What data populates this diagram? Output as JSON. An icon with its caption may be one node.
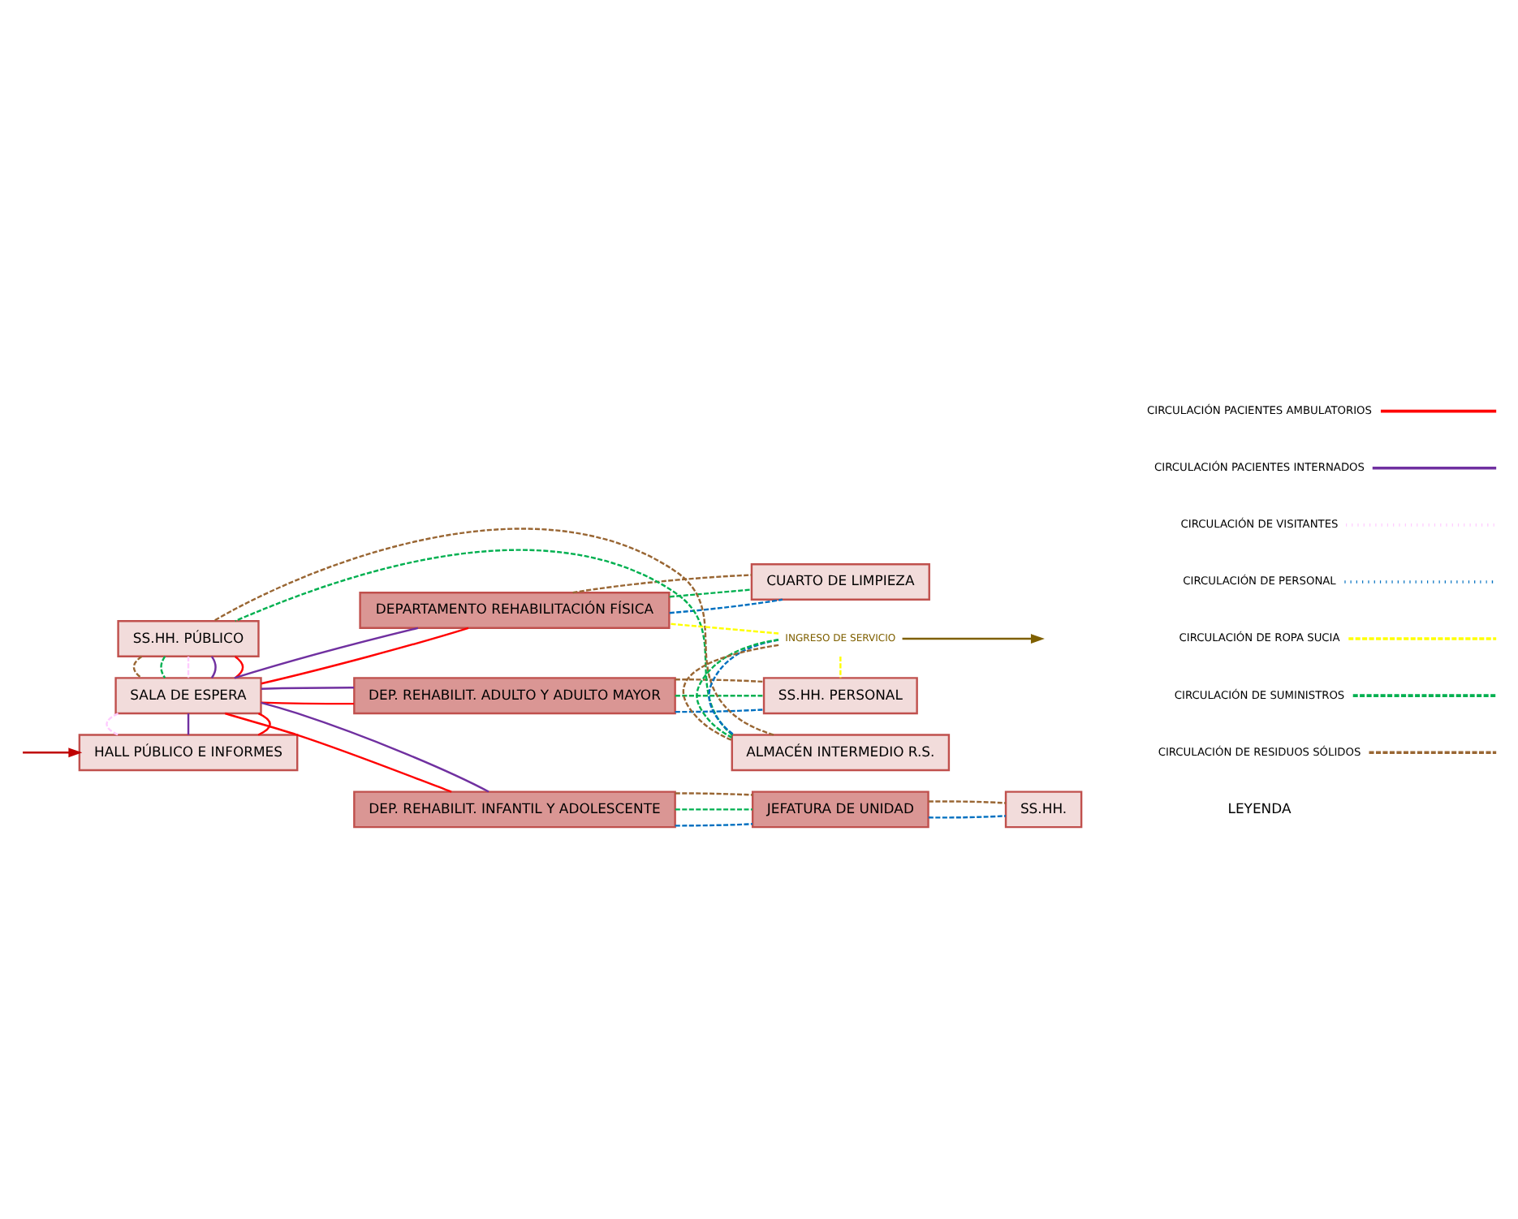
{
  "diagram": {
    "nodes": [
      {
        "text": [
          "SS.HH. PÚBLICO"
        ]
      },
      {
        "text": [
          "SALA DE ESPERA"
        ]
      },
      {
        "text": [
          "HALL PÚBLICO E INFORMES"
        ]
      },
      {
        "text": [
          "DEPARTAMENTO REHABILITACIÓN FÍSICA"
        ]
      },
      {
        "text": [
          "DEP. REHABILIT. ADULTO Y ADULTO MAYOR"
        ]
      },
      {
        "text": [
          "DEP. REHABILIT. INFANTIL Y ADOLESCENTE"
        ]
      },
      {
        "text": [
          "ALMACÉN INTERMEDIO R.S."
        ]
      },
      {
        "text": [
          "CUARTO DE LIMPIEZA"
        ]
      },
      {
        "text": [
          "SS.HH. PERSONAL"
        ]
      },
      {
        "text": [
          "JEFATURA DE UNIDAD"
        ]
      },
      {
        "text": [
          "SS.HH."
        ]
      },
      {
        "text": [
          "INGRESO DE SERVICIO"
        ]
      }
    ],
    "edges": [
      {
        "from": null,
        "to": 2,
        "arrow": "to",
        "color": "#c00000"
      },
      {
        "from": 11,
        "to": null,
        "arrow": "to",
        "color": "#7f6000"
      },
      {
        "from": 1,
        "to": 2,
        "arrow": "none",
        "color": "#ff0000"
      },
      {
        "from": 0,
        "to": 1,
        "arrow": "none",
        "color": "#ff0000"
      },
      {
        "from": 1,
        "to": 3,
        "arrow": "none",
        "color": "#ff0000"
      },
      {
        "from": 1,
        "to": 4,
        "arrow": "none",
        "color": "#ff0000"
      },
      {
        "from": 1,
        "to": 5,
        "arrow": "none",
        "color": "#ff0000"
      },
      {
        "from": 1,
        "to": 2,
        "arrow": "none",
        "color": "#7030a0"
      },
      {
        "from": 0,
        "to": 1,
        "arrow": "none",
        "color": "#7030a0"
      },
      {
        "from": 1,
        "to": 3,
        "arrow": "none",
        "color": "#7030a0"
      },
      {
        "from": 1,
        "to": 4,
        "arrow": "none",
        "color": "#7030a0"
      },
      {
        "from": 1,
        "to": 5,
        "arrow": "none",
        "color": "#7030a0"
      },
      {
        "from": 1,
        "to": 2,
        "arrow": "none",
        "style": "dashed",
        "color": "#ffccff"
      },
      {
        "from": 0,
        "to": 1,
        "arrow": "none",
        "style": "dashed",
        "color": "#ffccff"
      },
      {
        "from": 11,
        "to": 6,
        "arrow": "none",
        "style": "dashed",
        "color": "#0070c0"
      },
      {
        "from": 3,
        "to": 7,
        "arrow": "none",
        "style": "dashed",
        "color": "#0070c0"
      },
      {
        "from": 4,
        "to": 8,
        "arrow": "none",
        "style": "dashed",
        "color": "#0070c0"
      },
      {
        "from": 5,
        "to": 9,
        "arrow": "none",
        "style": "dashed",
        "color": "#0070c0"
      },
      {
        "from": 9,
        "to": 10,
        "arrow": "none",
        "style": "dashed",
        "color": "#0070c0"
      },
      {
        "from": 11,
        "to": 3,
        "arrow": "none",
        "style": "dashed",
        "color": "#ffff00"
      },
      {
        "from": 11,
        "to": 8,
        "arrow": "none",
        "style": "dashed",
        "color": "#ffff00"
      },
      {
        "from": 11,
        "to": 6,
        "arrow": "none",
        "style": "dashed",
        "color": "#00b050"
      },
      {
        "from": 6,
        "to": 0,
        "arrow": "none",
        "style": "dashed",
        "color": "#00b050"
      },
      {
        "from": 0,
        "to": 1,
        "arrow": "none",
        "style": "dashed",
        "color": "#00b050"
      },
      {
        "from": 3,
        "to": 7,
        "arrow": "none",
        "style": "dashed",
        "color": "#00b050"
      },
      {
        "from": 4,
        "to": 8,
        "arrow": "none",
        "style": "dashed",
        "color": "#00b050"
      },
      {
        "from": 5,
        "to": 9,
        "arrow": "none",
        "style": "dashed",
        "color": "#00b050"
      },
      {
        "from": 11,
        "to": 6,
        "arrow": "none",
        "style": "dashed",
        "color": "#996633"
      },
      {
        "from": 6,
        "to": 0,
        "arrow": "none",
        "style": "dashed",
        "color": "#996633"
      },
      {
        "from": 0,
        "to": 1,
        "arrow": "none",
        "style": "dashed",
        "color": "#996633"
      },
      {
        "from": 3,
        "to": 7,
        "arrow": "none",
        "style": "dashed",
        "color": "#996633"
      },
      {
        "from": 4,
        "to": 8,
        "arrow": "none",
        "style": "dashed",
        "color": "#996633"
      },
      {
        "from": 5,
        "to": 9,
        "arrow": "none",
        "style": "dashed",
        "color": "#996633"
      },
      {
        "from": 9,
        "to": 10,
        "arrow": "none",
        "style": "dashed",
        "color": "#996633"
      }
    ],
    "labels": [
      "LEYENDA"
    ],
    "legend": [
      {
        "text": "CIRCULACIÓN PACIENTES AMBULATORIOS"
      },
      {
        "text": "CIRCULACIÓN PACIENTES INTERNADOS"
      },
      {
        "text": "CIRCULACIÓN DE VISITANTES"
      },
      {
        "text": "CIRCULACIÓN DE PERSONAL"
      },
      {
        "text": "CIRCULACIÓN DE ROPA SUCIA"
      },
      {
        "text": "CIRCULACIÓN DE SUMINISTROS"
      },
      {
        "text": "CIRCULACIÓN DE RESIDUOS SÓLIDOS"
      }
    ]
  }
}
